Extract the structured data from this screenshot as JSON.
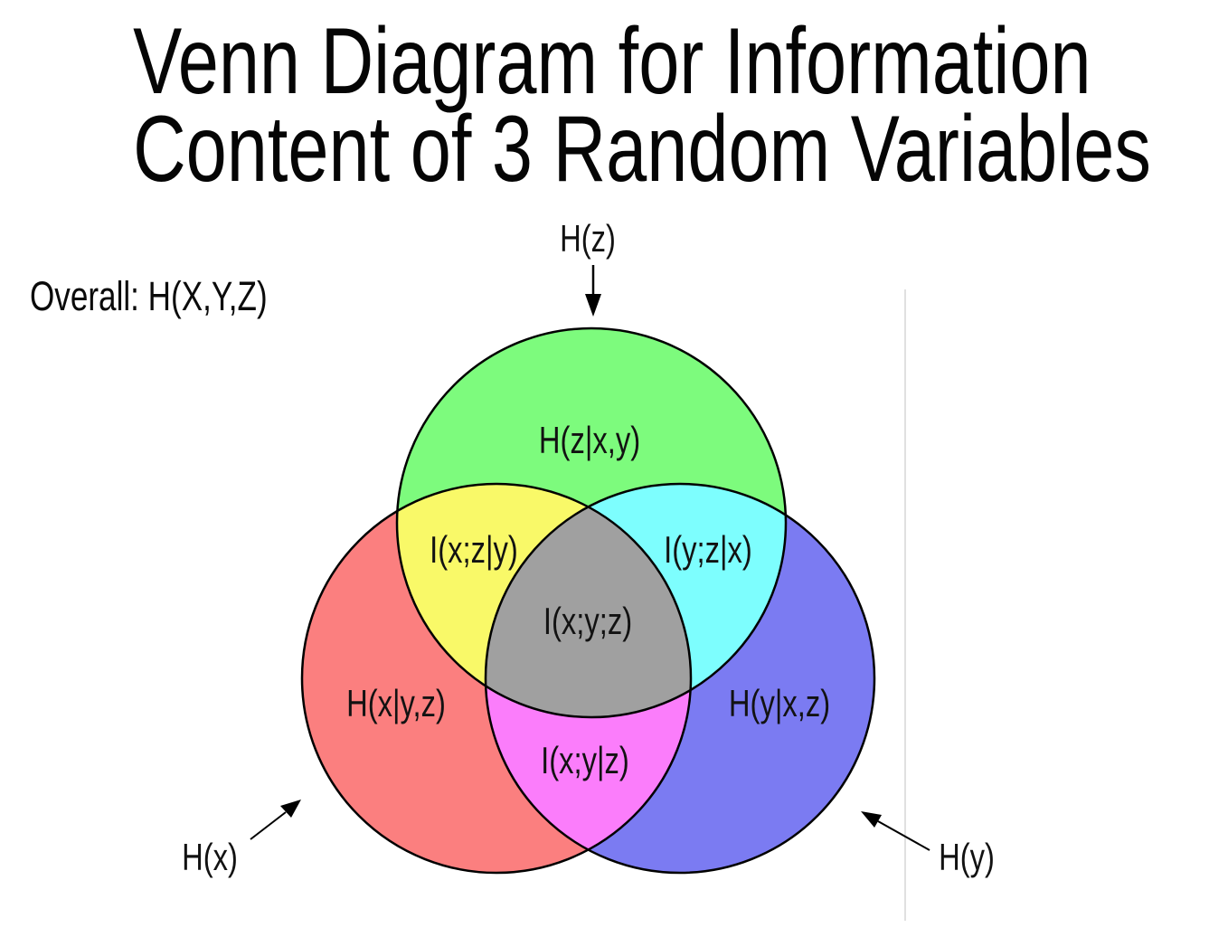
{
  "title": {
    "line1": "Venn Diagram for Information",
    "line2": "Content of 3 Random Variables"
  },
  "annotations": {
    "overall": "Overall: H(X,Y,Z)",
    "hz": "H(z)",
    "hx": "H(x)",
    "hy": "H(y)"
  },
  "diagram": {
    "type": "venn-3-circles",
    "description": "Information content relationships of three random variables X, Y, Z",
    "regions": [
      {
        "id": "z-only",
        "label": "H(z|x,y)",
        "color": "#7dfb7d"
      },
      {
        "id": "x-only",
        "label": "H(x|y,z)",
        "color": "#fb7f7f"
      },
      {
        "id": "y-only",
        "label": "H(y|x,z)",
        "color": "#7b7bf2"
      },
      {
        "id": "x-and-z",
        "label": "I(x;z|y)",
        "color": "#f9f968"
      },
      {
        "id": "y-and-z",
        "label": "I(y;z|x)",
        "color": "#7dfefe"
      },
      {
        "id": "x-and-y",
        "label": "I(x;y|z)",
        "color": "#fb7dfb"
      },
      {
        "id": "x-y-z",
        "label": "I(x;y;z)",
        "color": "#a0a0a0"
      }
    ],
    "outline_color": "#000000"
  }
}
